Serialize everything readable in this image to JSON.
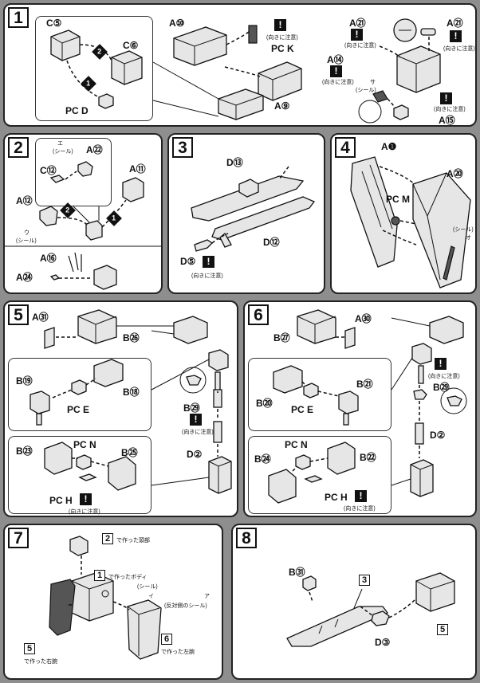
{
  "steps": [
    {
      "number": "1",
      "labels": {
        "c5": "C⑤",
        "c6": "C⑥",
        "pcd": "PC D",
        "a10": "A⑩",
        "pck": "PC K",
        "a9": "A⑨",
        "a21a": "A㉑",
        "a21b": "A㉑",
        "a14": "A⑭",
        "a15": "A⑮"
      },
      "order": [
        "1",
        "2"
      ]
    },
    {
      "number": "2",
      "labels": {
        "a22": "A㉒",
        "c12": "C⑫",
        "a11": "A⑪",
        "a12": "A⑫",
        "a16": "A⑯",
        "a24": "A㉔"
      },
      "order": [
        "1",
        "2"
      ]
    },
    {
      "number": "3",
      "labels": {
        "d13": "D⑬",
        "d12": "D⑫",
        "d5": "D⑤"
      }
    },
    {
      "number": "4",
      "labels": {
        "a1": "A❶",
        "a20": "A⑳",
        "pcm": "PC M"
      }
    },
    {
      "number": "5",
      "labels": {
        "a31": "A㉛",
        "b26": "B㉖",
        "b19": "B⑲",
        "b18": "B⑱",
        "pce": "PC E",
        "b23": "B㉓",
        "pcn": "PC N",
        "b25": "B㉕",
        "pch": "PC H",
        "b29": "B㉙",
        "d2": "D②"
      }
    },
    {
      "number": "6",
      "labels": {
        "b27": "B㉗",
        "a30": "A㉚",
        "b20": "B⑳",
        "b21": "B㉑",
        "pce": "PC E",
        "b24": "B㉔",
        "pcn": "PC N",
        "b22": "B㉒",
        "pch": "PC H",
        "b29": "B㉙",
        "d2": "D②"
      }
    },
    {
      "number": "7",
      "refs": {
        "head": "2",
        "body": "1",
        "right_arm": "5",
        "left_arm": "6"
      },
      "captions": {
        "head": "で作った頭部",
        "body": "で作ったボディ",
        "right_arm": "で作った右腕",
        "left_arm": "で作った左腕"
      },
      "seal": {
        "label": "(シール)",
        "code_a": "ア",
        "code_i": "イ",
        "note": "(反対側のシール)"
      }
    },
    {
      "number": "8",
      "labels": {
        "b31": "B㉛",
        "d3": "D③"
      },
      "refs": {
        "rifle": "3",
        "arm": "5"
      }
    }
  ],
  "notes": {
    "caution": "!",
    "orientation": "(向きに注意)",
    "seal": "(シール)",
    "code_e": "エ",
    "code_u": "ウ",
    "code_o": "オ",
    "code_sa": "サ"
  }
}
